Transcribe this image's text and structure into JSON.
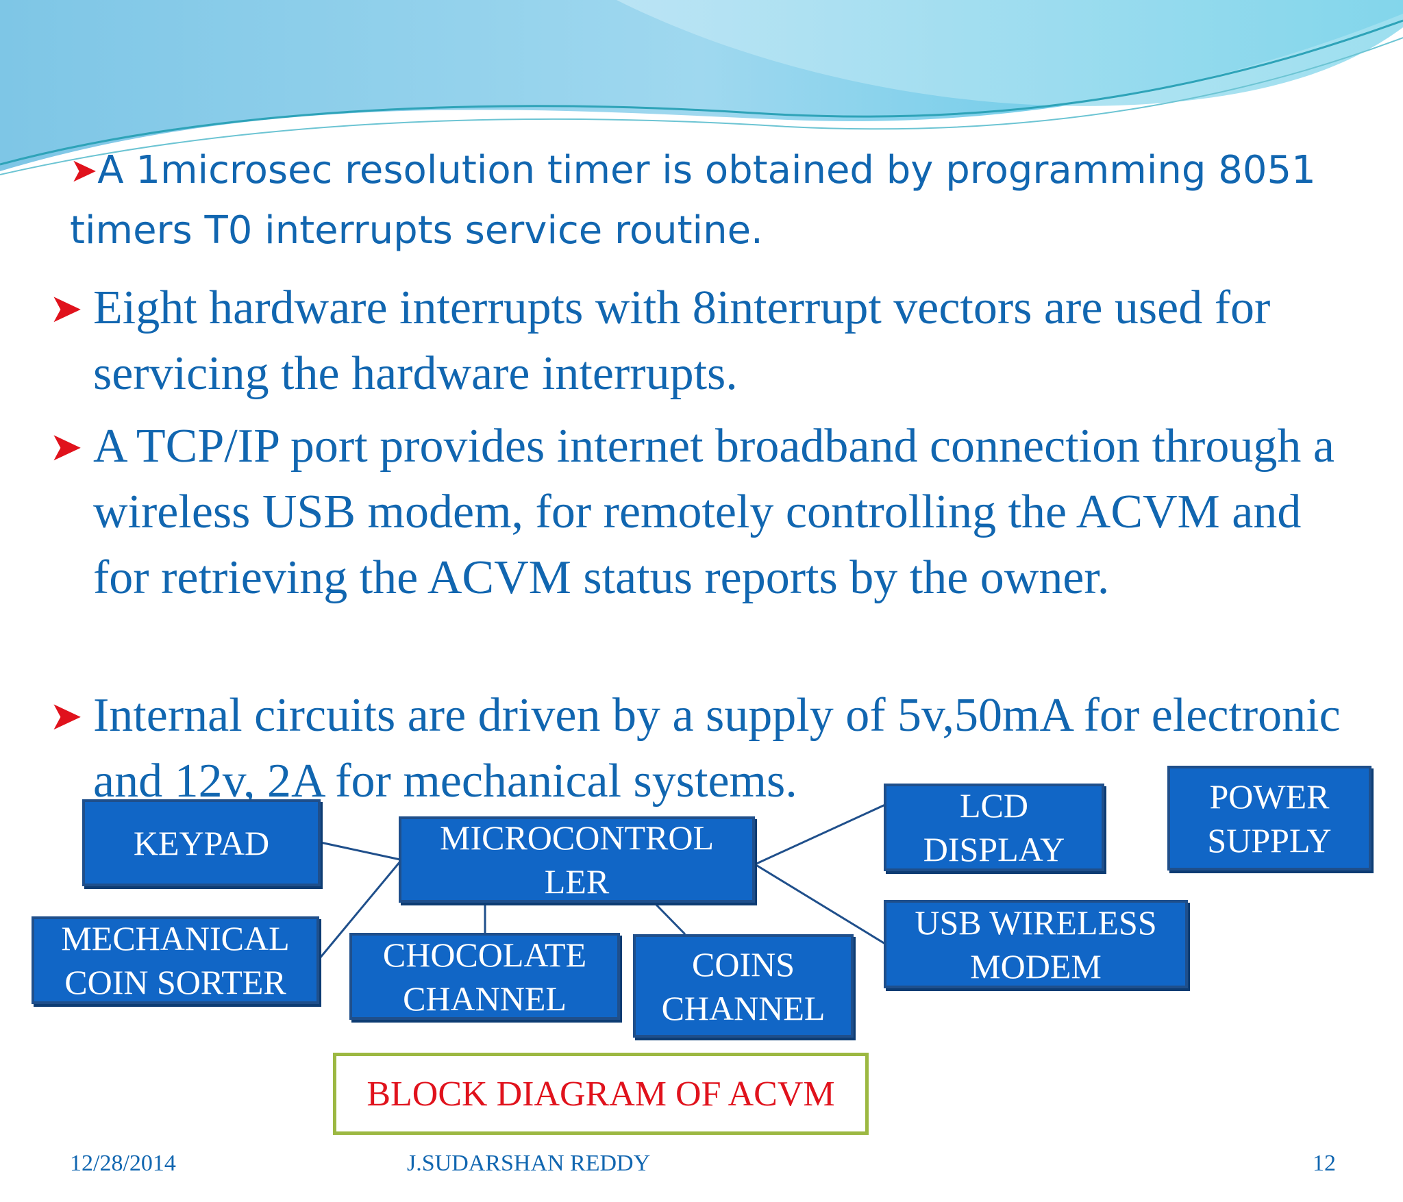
{
  "bullets": {
    "top": "A 1microsec resolution timer is obtained by programming 8051 timers T0 interrupts service routine.",
    "items": [
      "Eight hardware interrupts with 8interrupt vectors are used for servicing the hardware interrupts.",
      "A TCP/IP port provides internet broadband connection through a wireless USB  modem, for remotely controlling the ACVM and for retrieving the ACVM status reports by the owner.",
      "Internal circuits are driven by a supply of 5v,50mA for electronic and 12v, 2A for mechanical systems."
    ]
  },
  "diagram": {
    "blocks": {
      "keypad": "KEYPAD",
      "microcontroller": "MICROCONTROL\nLER",
      "lcd": "LCD\nDISPLAY",
      "power": "POWER\nSUPPLY",
      "mechanical": "MECHANICAL\nCOIN SORTER",
      "chocolate": "CHOCOLATE\nCHANNEL",
      "coins": "COINS\nCHANNEL",
      "usb": "USB WIRELESS\nMODEM"
    },
    "caption": "BLOCK DIAGRAM OF ACVM"
  },
  "footer": {
    "date": "12/28/2014",
    "author": "J.SUDARSHAN REDDY",
    "page": "12"
  },
  "colors": {
    "text_blue": "#1166b0",
    "bullet_red": "#e0121c",
    "block_fill": "#1166c6",
    "caption_border": "#9cb842"
  }
}
